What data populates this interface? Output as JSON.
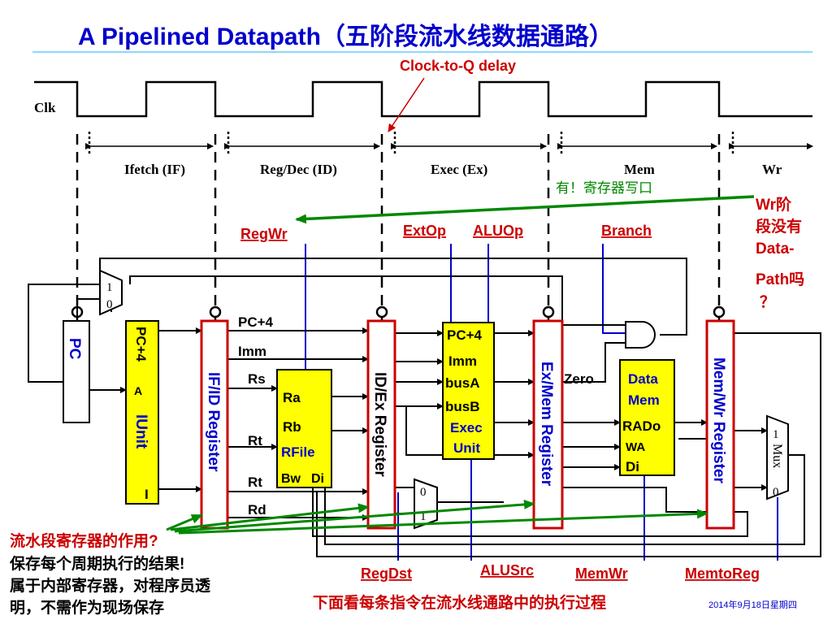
{
  "title": "A Pipelined Datapath（五阶段流水线数据通路）",
  "colors": {
    "title": "#0000cc",
    "control": "#cc0000",
    "register": "#cc0000",
    "unit_fill": "#ffff00",
    "arrow": "#008800",
    "control_line": "#0000cc"
  },
  "clock": {
    "label": "Clk",
    "annotation": "Clock-to-Q delay"
  },
  "stages": [
    "Ifetch (IF)",
    "Reg/Dec (ID)",
    "Exec (Ex)",
    "Mem",
    "Wr"
  ],
  "mem_note": "有！寄存器写口",
  "wr_note": [
    "Wr阶",
    "段没有",
    "Data-",
    "Path吗",
    "？"
  ],
  "controls": {
    "regwr": "RegWr",
    "extop": "ExtOp",
    "aluop": "ALUOp",
    "branch": "Branch",
    "regdst": "RegDst",
    "alusrc": "ALUSrc",
    "memwr": "MemWr",
    "memtoreg": "MemtoReg"
  },
  "registers": {
    "pc": "PC",
    "ifid": "IF/ID Register",
    "idex": "ID/Ex Register",
    "exmem": "Ex/Mem Register",
    "memwr": "Mem/Wr Register"
  },
  "iunit": {
    "pc4": "PC+4",
    "a": "A",
    "name": "IUnit",
    "i": "I"
  },
  "signals": {
    "pc4": "PC+4",
    "imm": "Imm",
    "rs": "Rs",
    "rt1": "Rt",
    "rt2": "Rt",
    "rd": "Rd",
    "zero": "Zero"
  },
  "rfile": {
    "ra": "Ra",
    "rb": "Rb",
    "name": "RFile",
    "bw": "Bw",
    "di": "Di"
  },
  "exec": {
    "pc4": "PC+4",
    "imm": "Imm",
    "busa": "busA",
    "busb": "busB",
    "name1": "Exec",
    "name2": "Unit"
  },
  "dmem": {
    "name1": "Data",
    "name2": "Mem",
    "rado": "RADo",
    "wa": "WA",
    "di": "Di"
  },
  "mux": {
    "top_1": "1",
    "top_0": "0",
    "regdst_0": "0",
    "regdst_1": "1",
    "wb_1": "1",
    "wb_label": "Mux",
    "wb_0": "0"
  },
  "pipeline_note": {
    "question": "流水段寄存器的作用?",
    "line1": "保存每个周期执行的结果!",
    "line2": "属于内部寄存器，对程序员透",
    "line3": "明，不需作为现场保存"
  },
  "bottom_note": "下面看每条指令在流水线通路中的执行过程",
  "date": "2014年9月18日星期四"
}
